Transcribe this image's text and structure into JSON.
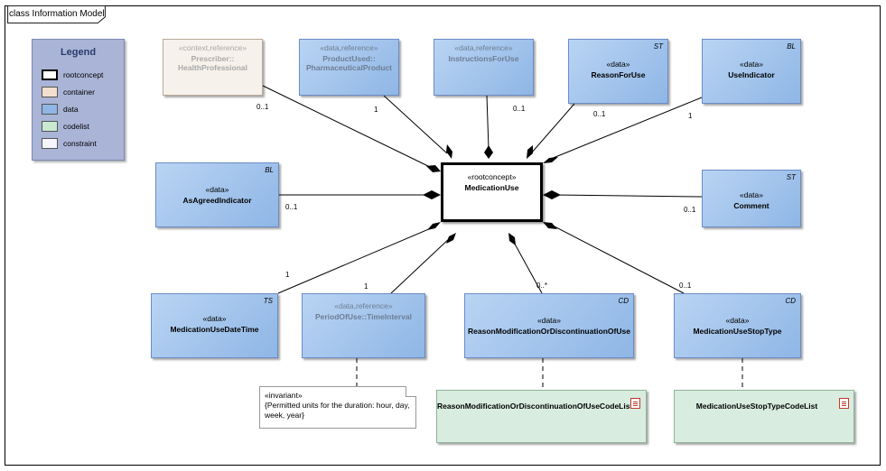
{
  "diagram": {
    "title": "class Information Model"
  },
  "legend": {
    "title": "Legend",
    "items": [
      {
        "label": "rootconcept",
        "color": "#ffffff"
      },
      {
        "label": "container",
        "color": "#f3dfcf"
      },
      {
        "label": "data",
        "color": "#8fb6e6"
      },
      {
        "label": "codelist",
        "color": "#c8e8d0"
      },
      {
        "label": "constraint",
        "color": "#f5f5fb"
      }
    ]
  },
  "nodes": {
    "prescriber": {
      "stereotype": "«context,reference»",
      "line1": "Prescriber::",
      "line2": "HealthProfessional"
    },
    "product_used": {
      "stereotype": "«data,reference»",
      "line1": "ProductUsed::",
      "line2": "PharmaceuticalProduct"
    },
    "instructions": {
      "stereotype": "«data,reference»",
      "line1": "InstructionsForUse"
    },
    "reason_for_use": {
      "stereotype": "«data»",
      "line1": "ReasonForUse",
      "tag": "ST"
    },
    "use_indicator": {
      "stereotype": "«data»",
      "line1": "UseIndicator",
      "tag": "BL"
    },
    "as_agreed": {
      "stereotype": "«data»",
      "line1": "AsAgreedIndicator",
      "tag": "BL"
    },
    "medication_use": {
      "stereotype": "«rootconcept»",
      "line1": "MedicationUse"
    },
    "comment": {
      "stereotype": "«data»",
      "line1": "Comment",
      "tag": "ST"
    },
    "date_time": {
      "stereotype": "«data»",
      "line1": "MedicationUseDateTime",
      "tag": "TS"
    },
    "period_of_use": {
      "stereotype": "«data,reference»",
      "line1": "PeriodOfUse::TimeInterval"
    },
    "reason_modification": {
      "stereotype": "«data»",
      "line1": "ReasonModificationOrDiscontinuationOfUse",
      "tag": "CD"
    },
    "stop_type": {
      "stereotype": "«data»",
      "line1": "MedicationUseStopType",
      "tag": "CD"
    },
    "reason_codelist": {
      "line1": "ReasonModificationOrDiscontinuationOfUseCodeList"
    },
    "stop_codelist": {
      "line1": "MedicationUseStopTypeCodeList"
    }
  },
  "multiplicities": {
    "prescriber": "0..1",
    "product_used": "1",
    "instructions": "0..1",
    "reason_for_use": "0..1",
    "use_indicator": "1",
    "as_agreed": "0..1",
    "comment": "0..1",
    "date_time": "1",
    "period_of_use": "1",
    "reason_modification": "0..*",
    "stop_type": "0..1"
  },
  "note": {
    "stereotype": "«invariant»",
    "text": "{Permitted units for the duration: hour, day, week, year}"
  }
}
